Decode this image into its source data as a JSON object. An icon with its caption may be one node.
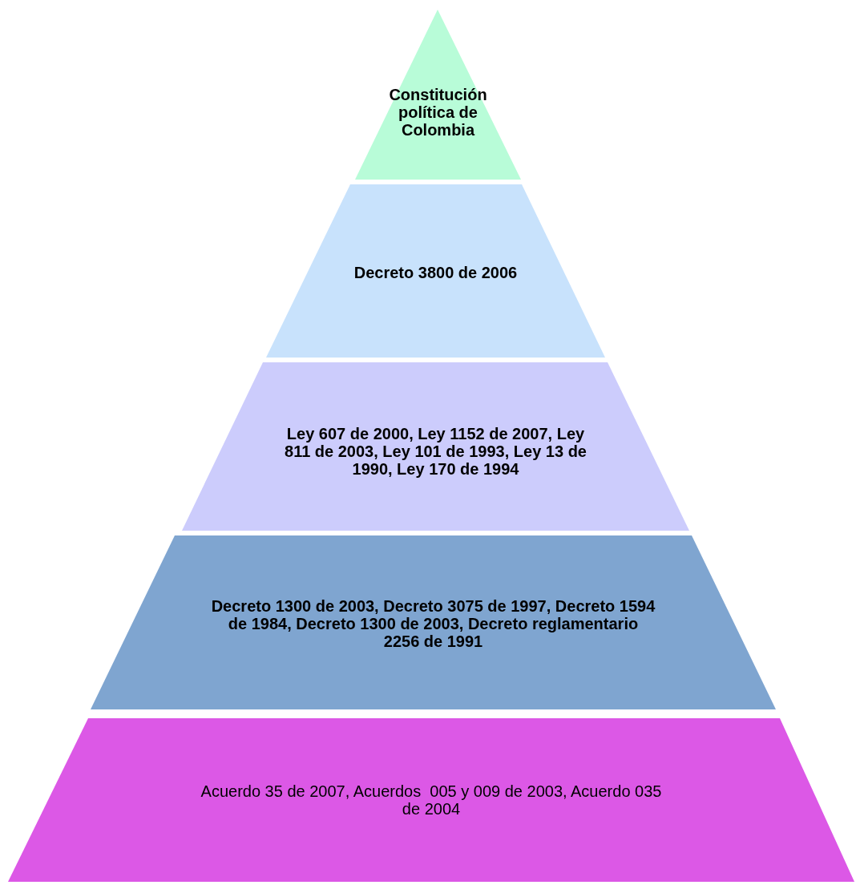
{
  "diagram": {
    "nodes": [
      {
        "text": [
          "Constitución política de Colombia"
        ]
      },
      {
        "text": [
          "Decreto 3800 de 2006"
        ]
      },
      {
        "text": [
          "Ley 607 de 2000, Ley 1152 de 2007, Ley 811 de 2003, Ley 101 de 1993, Ley 13 de 1990, Ley 170 de 1994"
        ]
      },
      {
        "text": [
          "Decreto 1300 de 2003, Decreto 3075 de 1997, Decreto 1594 de 1984, Decreto 1300 de 2003, Decreto reglamentario 2256 de 1991"
        ]
      },
      {
        "text": [
          "Acuerdo 35 de 2007, Acuerdos  005 y 009 de 2003, Acuerdo 035 de 2004"
        ]
      }
    ]
  }
}
